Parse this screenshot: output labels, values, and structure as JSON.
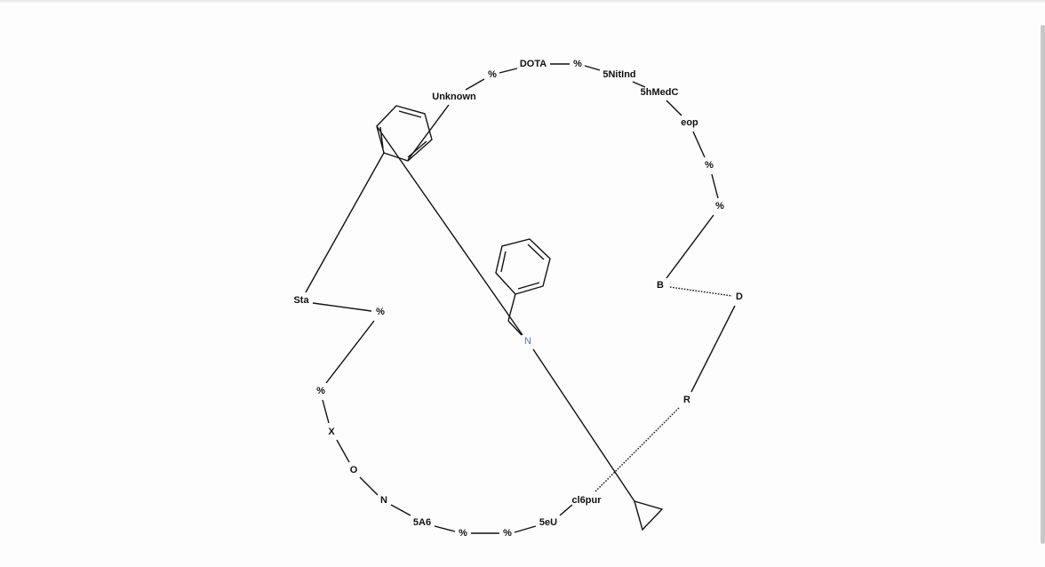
{
  "diagram": {
    "atoms": {
      "unknown": "Unknown",
      "pct_a": "%",
      "dota": "DOTA",
      "pct_b": "%",
      "nitind": "5NitInd",
      "hmedc": "5hMedC",
      "eop": "eop",
      "pct_c": "%",
      "pct_d": "%",
      "b": "B",
      "d": "D",
      "r": "R",
      "cl6pur": "cl6pur",
      "eu": "5eU",
      "pct_e": "%",
      "pct_f": "%",
      "a6": "5A6",
      "n": "N",
      "o": "O",
      "x": "X",
      "pct_g": "%",
      "pct_h": "%",
      "sta": "Sta",
      "amine_n": "N"
    },
    "colors": {
      "bond": "#111111",
      "nitrogen": "#4a6fd8",
      "background": "#fdfdfd"
    }
  }
}
